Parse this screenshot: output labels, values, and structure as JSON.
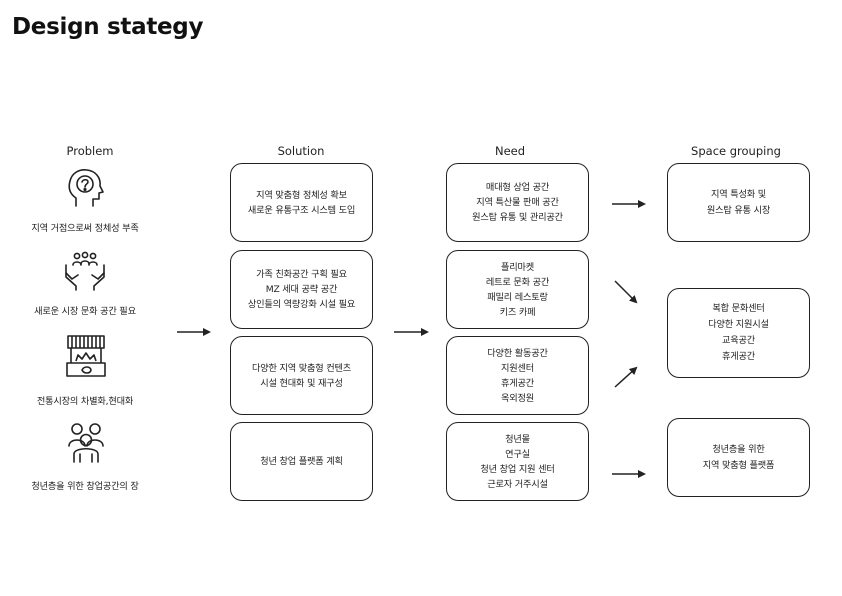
{
  "title": "Design stategy",
  "columns": {
    "problem": "Problem",
    "solution": "Solution",
    "need": "Need",
    "space_grouping": "Space grouping"
  },
  "problems": [
    {
      "icon": "head-brain-icon",
      "label": "지역 거점으로써 정체성 부족"
    },
    {
      "icon": "hands-community-icon",
      "label": "새로운 시장 문화 공간 필요"
    },
    {
      "icon": "market-stall-icon",
      "label": "전통시장의 차별화,현대화"
    },
    {
      "icon": "people-group-icon",
      "label": "청년층을 위한 창업공간의 장"
    }
  ],
  "solutions": [
    [
      "지역 맞춤형 정체성 확보",
      "새로운 유통구조 시스템 도입"
    ],
    [
      "가족 친화공간 구획 필요",
      "MZ 세대 공략 공간",
      "상인들의 역량강화 시설 필요"
    ],
    [
      "다양한 지역 맞춤형 컨텐츠",
      "시설 현대화 및 재구성"
    ],
    [
      "청년 창업 플랫폼 계획"
    ]
  ],
  "needs": [
    [
      "매대형 상업 공간",
      "지역 특산물 판매 공간",
      "원스탑 유통 및 관리공간"
    ],
    [
      "플리마켓",
      "레트로 문화 공간",
      "패밀리 레스토랑",
      "키즈 카페"
    ],
    [
      "다양한 활동공간",
      "지원센터",
      "휴게공간",
      "옥외정원"
    ],
    [
      "청년몰",
      "연구실",
      "청년 창업 지원 센터",
      "근로자 거주시설"
    ]
  ],
  "space_groups": [
    [
      "지역 특성화 및",
      "원스탑 유통 시장"
    ],
    [
      "복합 문화센터",
      "다양한 지원시설",
      "교육공간",
      "휴게공간"
    ],
    [
      "청년층을 위한",
      "지역 맞춤형 플랫폼"
    ]
  ]
}
